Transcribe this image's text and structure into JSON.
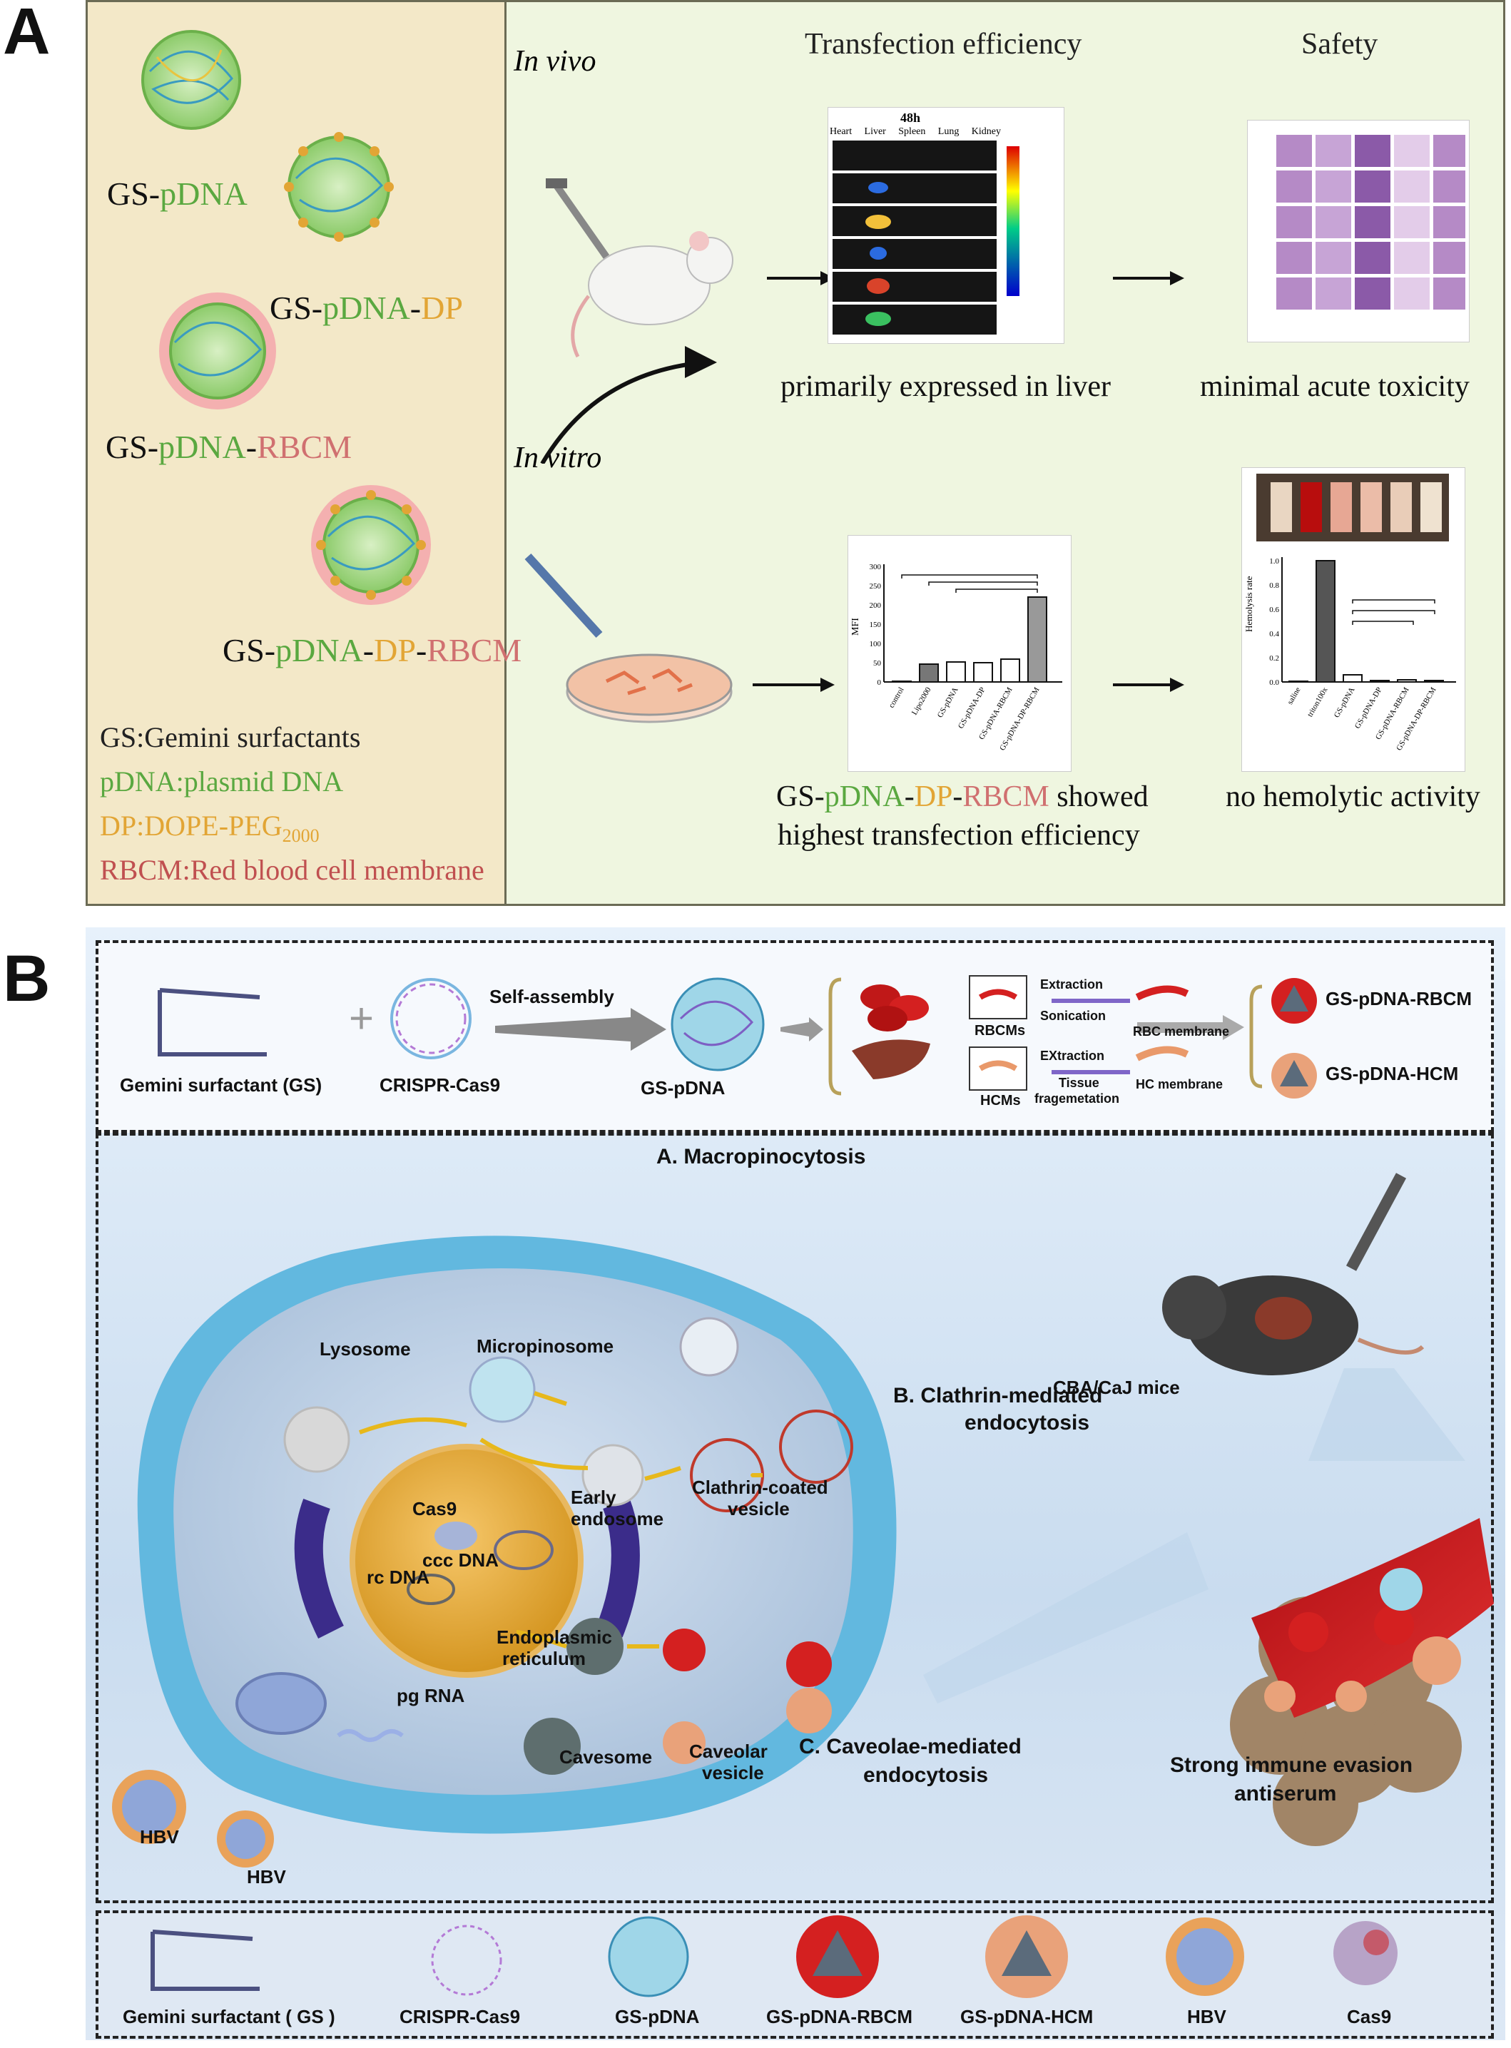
{
  "panel_a": {
    "letter": "A",
    "particles": [
      {
        "parts": [
          {
            "t": "GS-",
            "c": "k"
          },
          {
            "t": "pDNA",
            "c": "g"
          }
        ]
      },
      {
        "parts": [
          {
            "t": "GS-",
            "c": "k"
          },
          {
            "t": "pDNA",
            "c": "g"
          },
          {
            "t": "-",
            "c": "k"
          },
          {
            "t": "DP",
            "c": "o"
          }
        ]
      },
      {
        "parts": [
          {
            "t": "GS-",
            "c": "k"
          },
          {
            "t": "pDNA",
            "c": "g"
          },
          {
            "t": "-",
            "c": "k"
          },
          {
            "t": "RBCM",
            "c": "r"
          }
        ]
      },
      {
        "parts": [
          {
            "t": "GS-",
            "c": "k"
          },
          {
            "t": "pDNA",
            "c": "g"
          },
          {
            "t": "-",
            "c": "k"
          },
          {
            "t": "DP",
            "c": "o"
          },
          {
            "t": "-",
            "c": "k"
          },
          {
            "t": "RBCM",
            "c": "r"
          }
        ]
      }
    ],
    "legend": {
      "gs": "GS:Gemini surfactants",
      "pdna": "pDNA:plasmid DNA",
      "dp": "DP:DOPE-PEG",
      "dp_sub": "2000",
      "rbcm": "RBCM:Red blood cell membrane"
    },
    "in_vivo": "In vivo",
    "in_vitro": "In vitro",
    "heading_transfection": "Transfection efficiency",
    "heading_safety": "Safety",
    "imaging": {
      "time": "48h",
      "organs": [
        "Heart",
        "Liver",
        "Spleen",
        "Lung",
        "Kidney"
      ]
    },
    "caption_liver": "primarily expressed in liver",
    "caption_toxicity": "minimal acute toxicity",
    "caption_transfection_line2": "highest transfection efficiency",
    "caption_transfection_suffix": " showed",
    "caption_hemolysis": "no hemolytic activity",
    "mfi_chart": {
      "ylabel": "MFI",
      "yticks": [
        "0",
        "50",
        "100",
        "150",
        "200",
        "250",
        "300"
      ],
      "categories": [
        "control",
        "Lipo2000",
        "GS-pDNA",
        "GS-pDNA-DP",
        "GS-pDNA-RBCM",
        "GS-pDNA-DP-RBCM"
      ]
    },
    "hemolysis_chart": {
      "ylabel": "Hemolysis rate",
      "yticks": [
        "0.0",
        "0.2",
        "0.4",
        "0.6",
        "0.8",
        "1.0"
      ],
      "categories": [
        "saline",
        "triton100x",
        "GS-pDNA",
        "GS-pDNA-DP",
        "GS-pDNA-RBCM",
        "GS-pDNA-DP-RBCM"
      ]
    }
  },
  "panel_b": {
    "letter": "B",
    "top": {
      "gs": "Gemini surfactant (GS)",
      "crispr": "CRISPR-Cas9",
      "self_assembly": "Self-assembly",
      "gs_pdna": "GS-pDNA",
      "rbcms": "RBCMs",
      "hcms": "HCMs",
      "extraction1": "Extraction",
      "sonication": "Sonication",
      "rbc_membrane": "RBC membrane",
      "extraction2": "EXtraction",
      "tissue": "Tissue",
      "fragmentation": "fragemetation",
      "hc_membrane": "HC membrane",
      "out_rbcm": "GS-pDNA-RBCM",
      "out_hcm": "GS-pDNA-HCM"
    },
    "cell": {
      "macropinocytosis": "A. Macropinocytosis",
      "lysosome": "Lysosome",
      "micropinosome": "Micropinosome",
      "clathrin_line1": "B. Clathrin-mediated",
      "clathrin_line2": "endocytosis",
      "early_line1": "Early",
      "early_line2": "endosome",
      "clathrin_vesicle_line1": "Clathrin-coated",
      "clathrin_vesicle_line2": "vesicle",
      "cas9": "Cas9",
      "ccc_dna": "ccc DNA",
      "rc_dna": "rc DNA",
      "er_line1": "Endoplasmic",
      "er_line2": "reticulum",
      "pg_rna": "pg RNA",
      "cavesome": "Cavesome",
      "caveolar_line1": "Caveolar",
      "caveolar_line2": "vesicle",
      "caveolae_line1": "C. Caveolae-mediated",
      "caveolae_line2": "endocytosis",
      "hbv1": "HBV",
      "hbv2": "HBV",
      "mice": "CBA/CaJ mice",
      "immune_line1": "Strong immune evasion",
      "immune_line2": "antiserum"
    },
    "legend": [
      "Gemini surfactant ( GS )",
      "CRISPR-Cas9",
      "GS-pDNA",
      "GS-pDNA-RBCM",
      "GS-pDNA-HCM",
      "HBV",
      "Cas9"
    ]
  }
}
